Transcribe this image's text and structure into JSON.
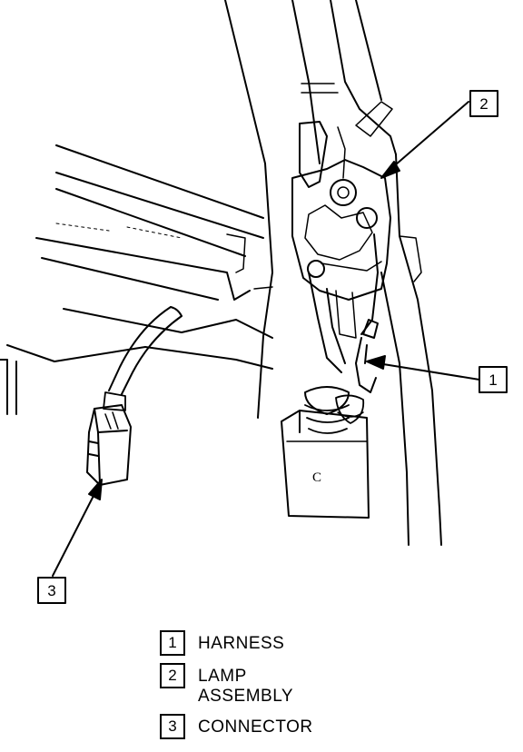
{
  "callouts": [
    {
      "number": "1",
      "label": "HARNESS"
    },
    {
      "number": "2",
      "label": "LAMP\nASSEMBLY"
    },
    {
      "number": "3",
      "label": "CONNECTOR"
    }
  ],
  "engraving": "C",
  "colors": {
    "ink": "#000000",
    "paper": "#ffffff"
  }
}
